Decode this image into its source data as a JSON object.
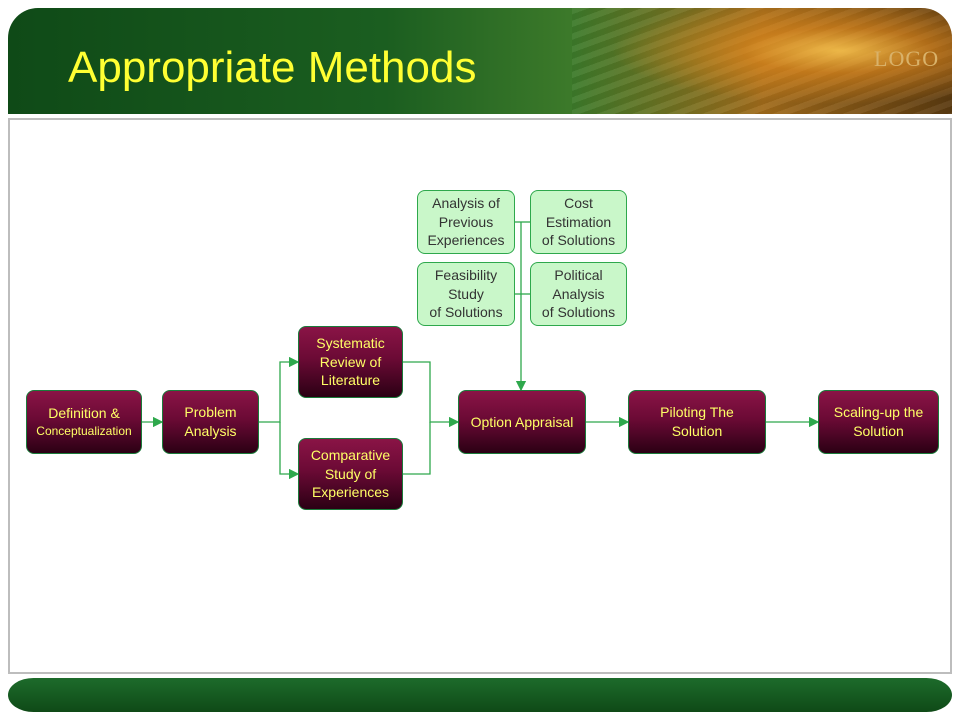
{
  "header": {
    "title": "Appropriate Methods",
    "logo": "LOGO"
  },
  "diagram": {
    "definition": {
      "line1": "Definition &",
      "line2": "Conceptualization"
    },
    "problem": {
      "line1": "Problem",
      "line2": "Analysis"
    },
    "systematic": {
      "line1": "Systematic",
      "line2": "Review of",
      "line3": "Literature"
    },
    "comparative": {
      "line1": "Comparative",
      "line2": "Study of",
      "line3": "Experiences"
    },
    "option": {
      "text": "Option Appraisal"
    },
    "piloting": {
      "line1": "Piloting The",
      "line2": "Solution"
    },
    "scaling": {
      "line1": "Scaling-up the",
      "line2": "Solution"
    },
    "analysis_prev": {
      "line1": "Analysis of",
      "line2": "Previous",
      "line3": "Experiences"
    },
    "cost": {
      "line1": "Cost",
      "line2": "Estimation",
      "line3": "of Solutions"
    },
    "feasibility": {
      "line1": "Feasibility",
      "line2": "Study",
      "line3": "of Solutions"
    },
    "political": {
      "line1": "Political",
      "line2": "Analysis",
      "line3": "of Solutions"
    },
    "colors": {
      "node_dark": "#6b0a35",
      "node_light": "#c9f7c9",
      "connector": "#2ea84c",
      "title": "#ffff33"
    }
  }
}
